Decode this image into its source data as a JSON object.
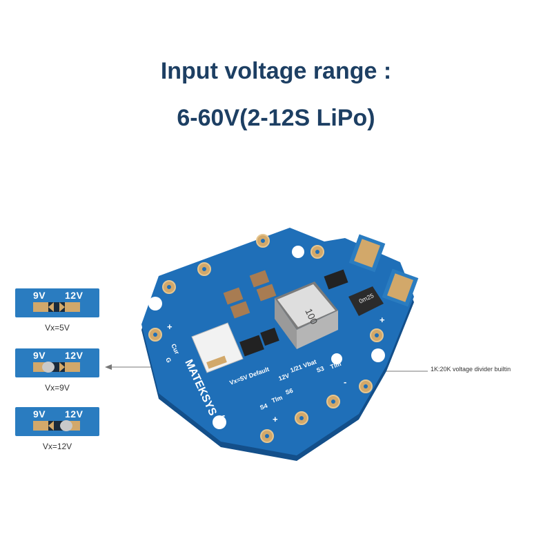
{
  "headline": {
    "line1": "Input voltage range :",
    "line2": "6-60V(2-12S LiPo)"
  },
  "jumper_options": [
    {
      "left_label": "9V",
      "right_label": "12V",
      "caption": "Vx=5V",
      "bridged": "none"
    },
    {
      "left_label": "9V",
      "right_label": "12V",
      "caption": "Vx=9V",
      "bridged": "9V"
    },
    {
      "left_label": "9V",
      "right_label": "12V",
      "caption": "Vx=12V",
      "bridged": "12V"
    }
  ],
  "annotation": "1K:20K voltage divider builtin",
  "board": {
    "brand_text": "MATEKSYS",
    "inductor_text": "100",
    "small_inductor_text": "0m25",
    "silkscreen": {
      "vx_default": "Vx=5V Default",
      "vbat": "1/21 Vbat",
      "pads_12v": "12V",
      "s3": "S3",
      "s4": "S4",
      "s6": "S6",
      "tlm": "Tlm",
      "cur": "Cur",
      "g": "G",
      "plus": "+",
      "minus": "-"
    },
    "colors": {
      "pcb": "#1f6fb8",
      "pcb_dark": "#134f8a",
      "pad": "#d2a86a",
      "silk": "#ffffff"
    }
  }
}
